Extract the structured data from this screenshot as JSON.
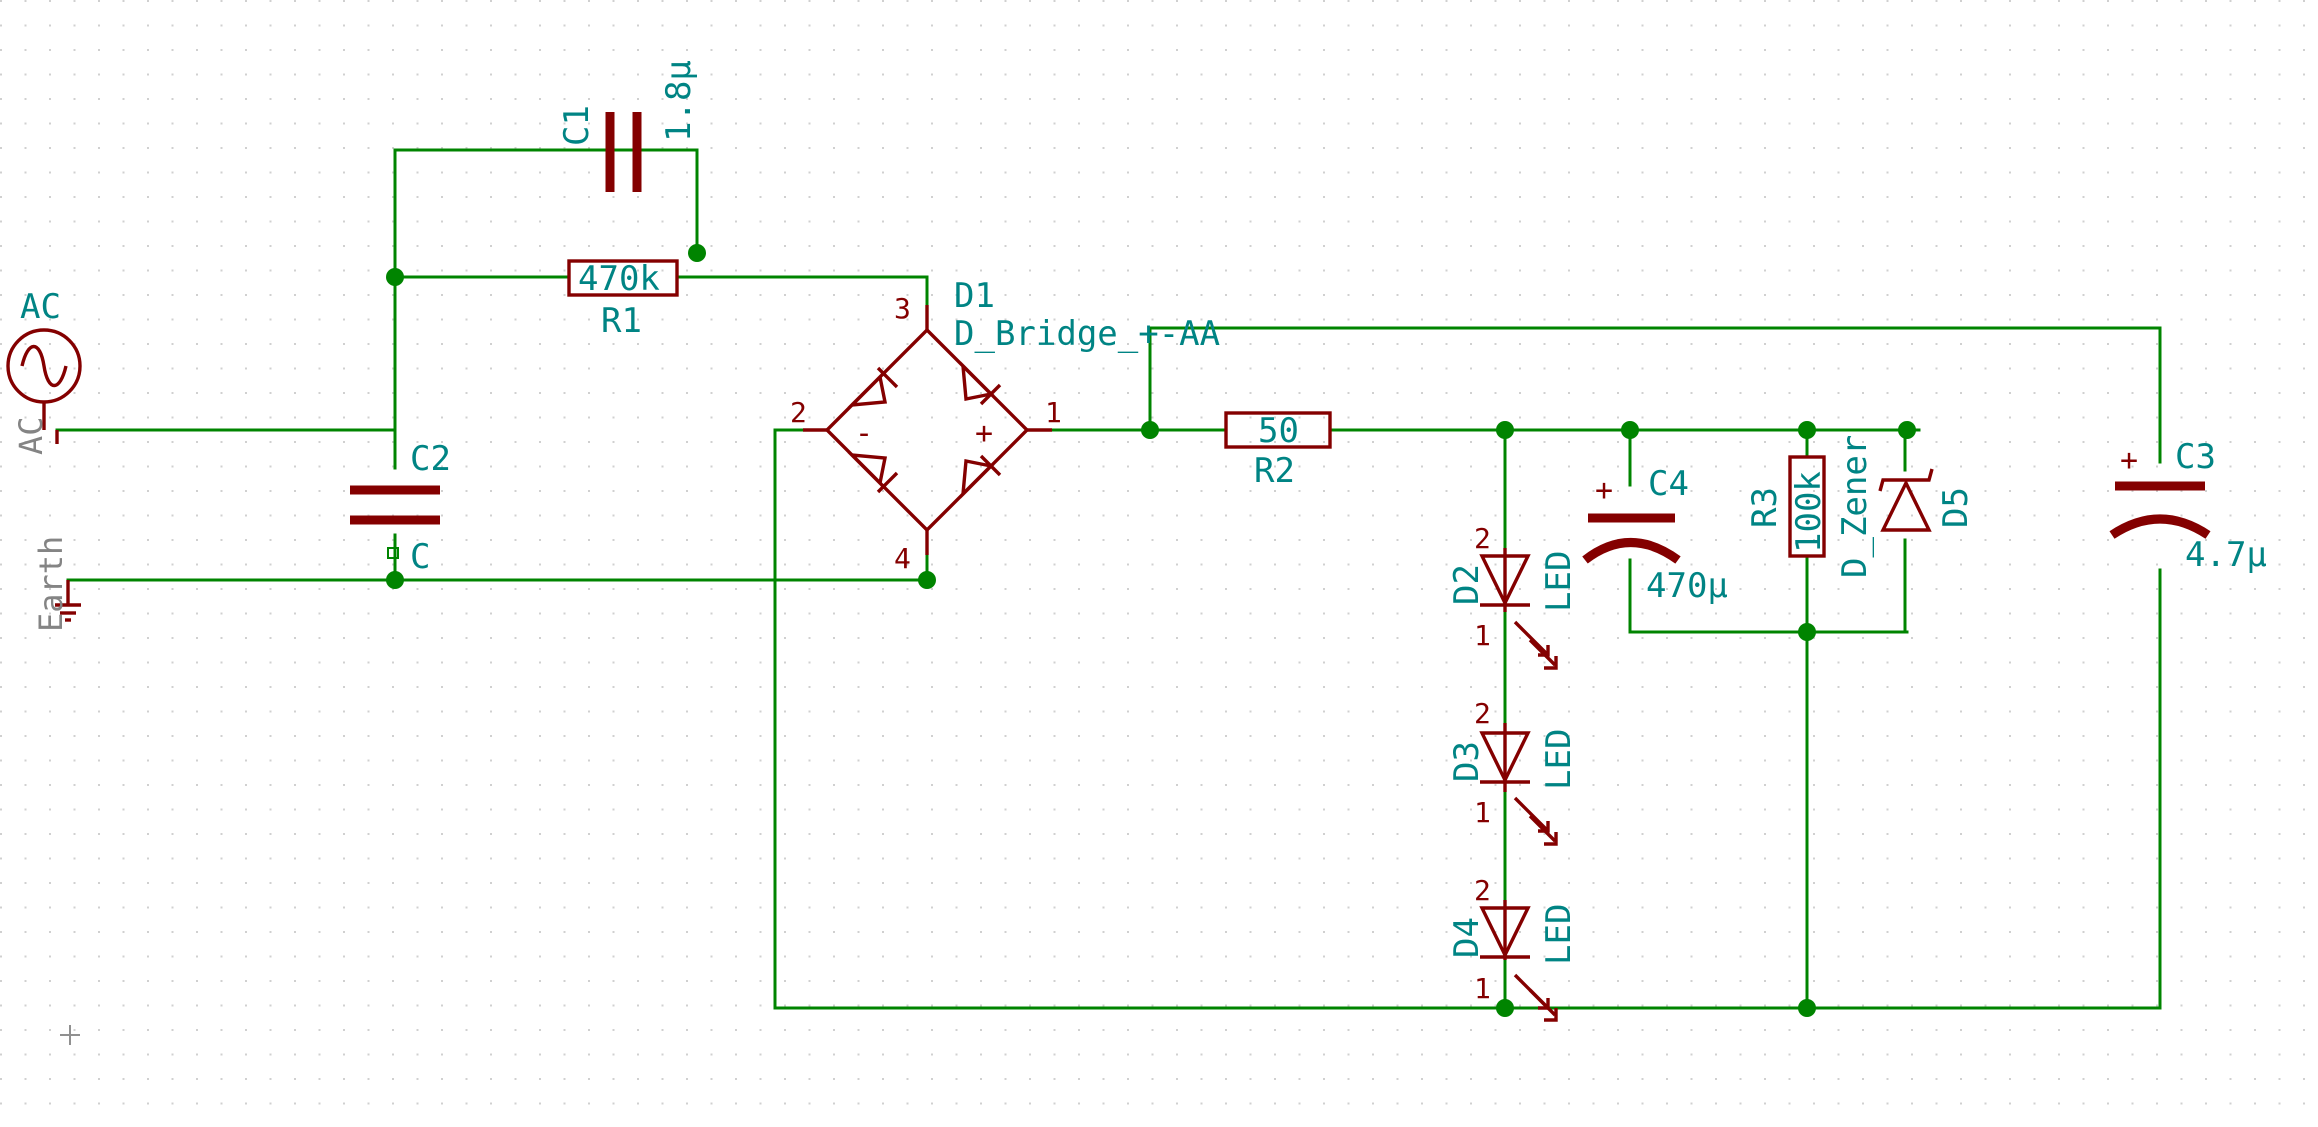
{
  "schematic": {
    "ac_source": {
      "label": "AC",
      "ground_label": "AC"
    },
    "earth": {
      "label": "Earth"
    },
    "c1": {
      "ref": "C1",
      "value": "1.8μ"
    },
    "c2": {
      "ref": "C2",
      "value": "C"
    },
    "c3": {
      "ref": "C3",
      "value": "4.7μ",
      "polarity": "+"
    },
    "c4": {
      "ref": "C4",
      "value": "470μ",
      "polarity": "+"
    },
    "r1": {
      "ref": "R1",
      "value": "470k"
    },
    "r2": {
      "ref": "R2",
      "value": "50"
    },
    "r3": {
      "ref": "R3",
      "value": "100k"
    },
    "d1": {
      "ref": "D1",
      "value": "D_Bridge_+-AA",
      "pins": {
        "p1": "1",
        "p2": "2",
        "p3": "3",
        "p4": "4"
      },
      "minus": "-",
      "plus": "+"
    },
    "d2": {
      "ref": "D2",
      "value": "LED",
      "pin_a": "2",
      "pin_k": "1"
    },
    "d3": {
      "ref": "D3",
      "value": "LED",
      "pin_a": "2",
      "pin_k": "1"
    },
    "d4": {
      "ref": "D4",
      "value": "LED",
      "pin_a": "2",
      "pin_k": "1"
    },
    "d5": {
      "ref": "D5",
      "value": "D_Zener"
    },
    "colors": {
      "wire": "#008400",
      "symbol": "#840000",
      "reference_text": "#008484",
      "power_text": "#848484",
      "grid_dot": "#c8c8c8"
    }
  }
}
